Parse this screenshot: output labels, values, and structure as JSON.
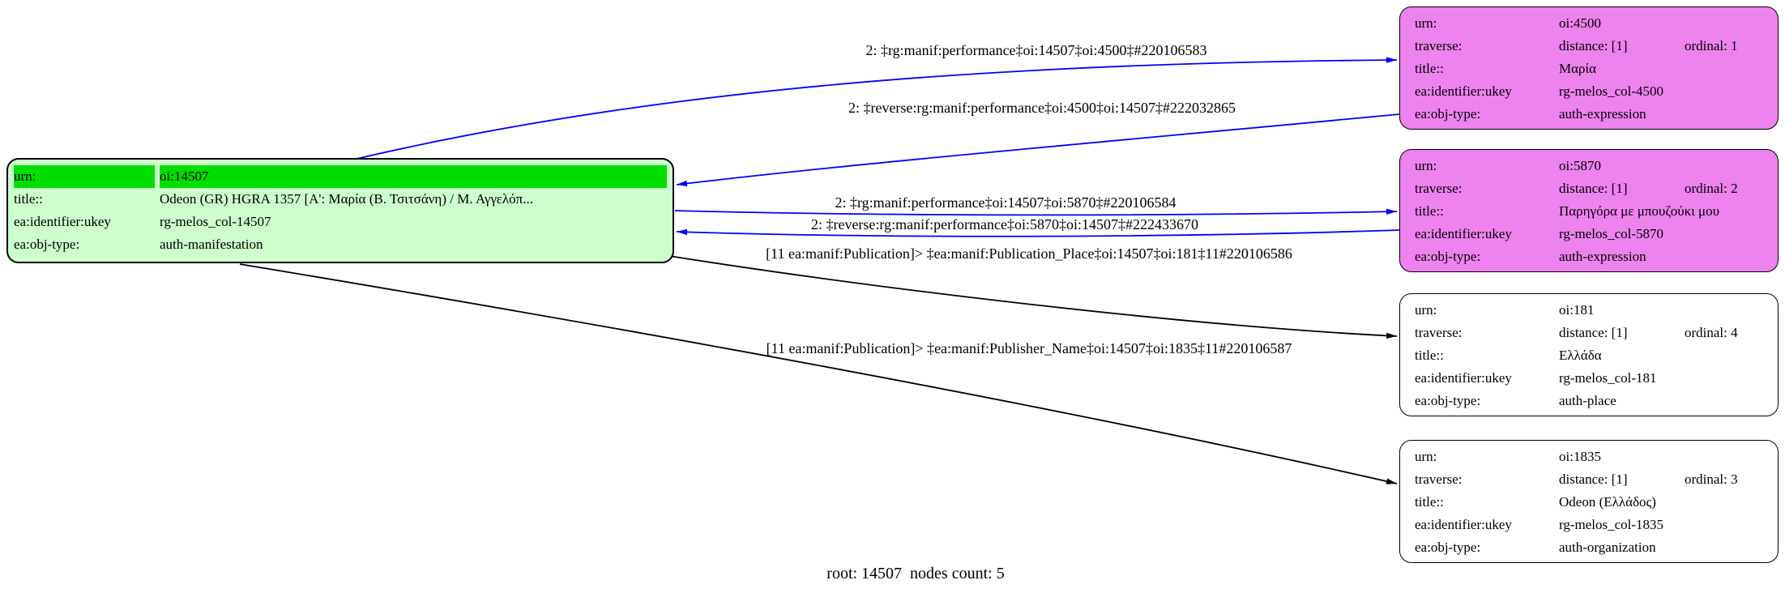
{
  "caption": "root: 14507  nodes count: 5",
  "colors": {
    "root_fill": "#ccffcc",
    "root_urn_highlight": "#00df00",
    "expression_fill": "#ee82ee",
    "plain_fill": "#ffffff",
    "traverse_edge": "#0000ff",
    "publication_edge": "#000000",
    "node_border": "#000000"
  },
  "row_labels": {
    "urn": "urn:",
    "traverse": "traverse:",
    "title": "title::",
    "ukey": "ea:identifier:ukey",
    "objtype": "ea:obj-type:"
  },
  "root_node": {
    "urn": "oi:14507",
    "title": "Odeon (GR) HGRA 1357 [Α': Μαρία (Β. Τσιτσάνη) / Μ. Αγγελόπ...",
    "ukey": "rg-melos_col-14507",
    "objtype": "auth-manifestation"
  },
  "nodes": [
    {
      "urn": "oi:4500",
      "distance": "distance: [1]",
      "ordinal": "ordinal: 1",
      "title": "Μαρία",
      "ukey": "rg-melos_col-4500",
      "objtype": "auth-expression"
    },
    {
      "urn": "oi:5870",
      "distance": "distance: [1]",
      "ordinal": "ordinal: 2",
      "title": "Παρηγόρα με μπουζούκι μου",
      "ukey": "rg-melos_col-5870",
      "objtype": "auth-expression"
    },
    {
      "urn": "oi:181",
      "distance": "distance: [1]",
      "ordinal": "ordinal: 4",
      "title": "Ελλάδα",
      "ukey": "rg-melos_col-181",
      "objtype": "auth-place"
    },
    {
      "urn": "oi:1835",
      "distance": "distance: [1]",
      "ordinal": "ordinal: 3",
      "title": "Odeon (Ελλάδος)",
      "ukey": "rg-melos_col-1835",
      "objtype": "auth-organization"
    }
  ],
  "edges": [
    {
      "label": "2: ‡rg:manif:performance‡oi:14507‡oi:4500‡#220106583"
    },
    {
      "label": "2: ‡reverse:rg:manif:performance‡oi:4500‡oi:14507‡#222032865"
    },
    {
      "label": "2: ‡rg:manif:performance‡oi:14507‡oi:5870‡#220106584"
    },
    {
      "label": "2: ‡reverse:rg:manif:performance‡oi:5870‡oi:14507‡#222433670"
    },
    {
      "label": "[11 ea:manif:Publication]> ‡ea:manif:Publication_Place‡oi:14507‡oi:181‡11#220106586"
    },
    {
      "label": "[11 ea:manif:Publication]> ‡ea:manif:Publisher_Name‡oi:14507‡oi:1835‡11#220106587"
    }
  ]
}
